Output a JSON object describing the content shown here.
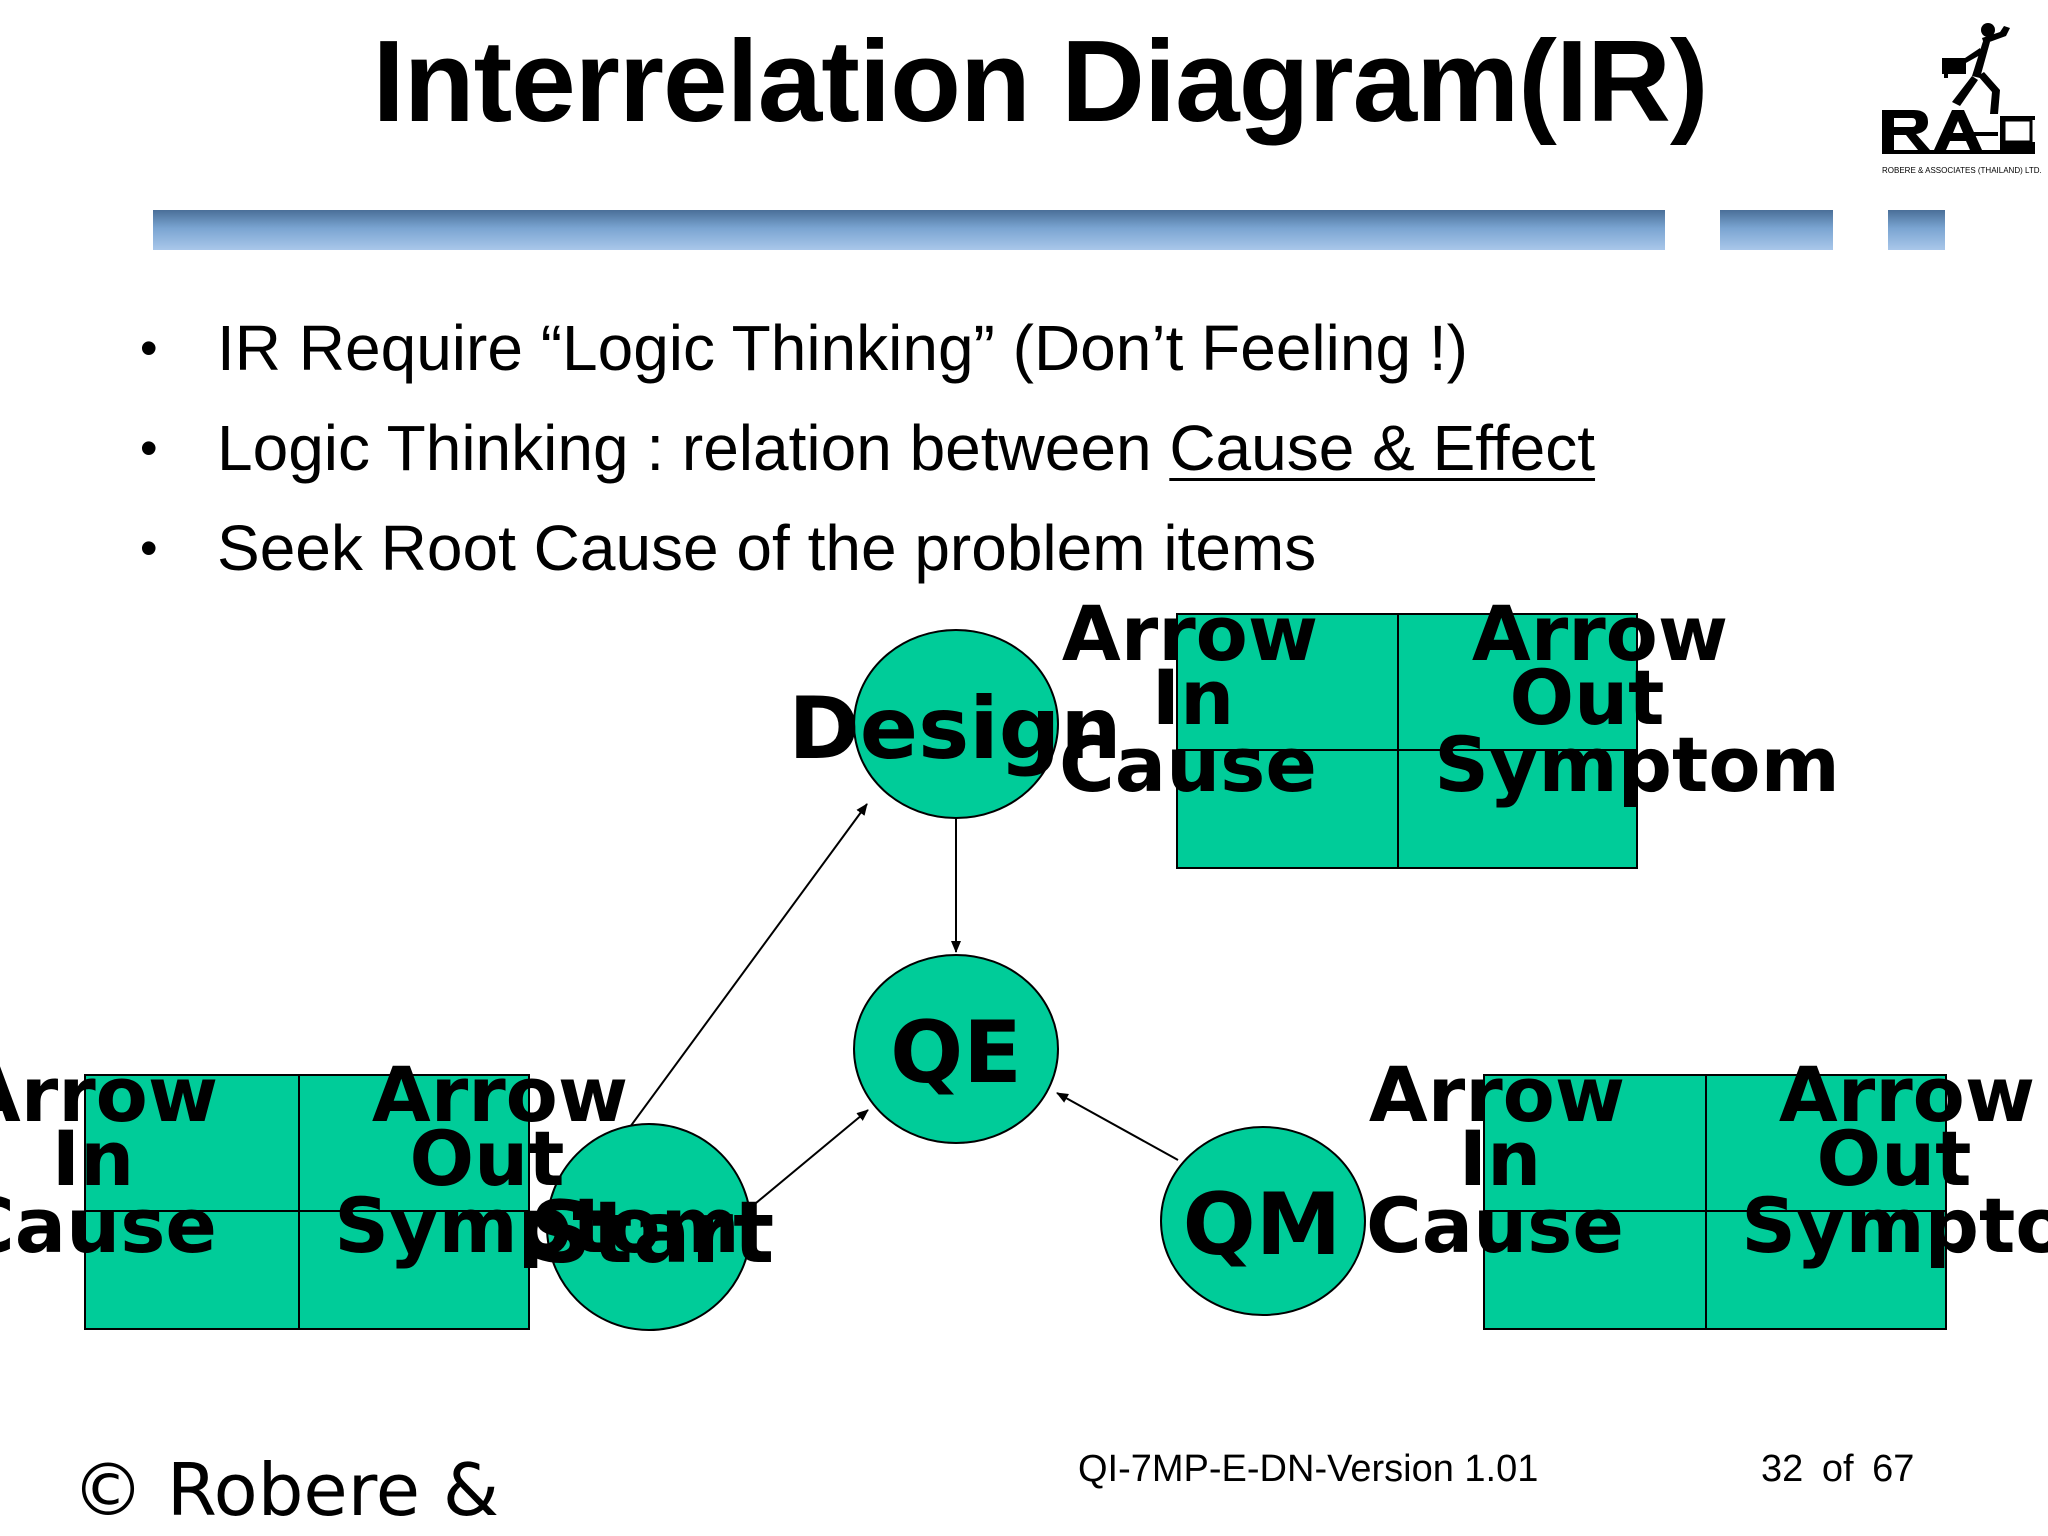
{
  "slide": {
    "title": "Interrelation Diagram(IR)",
    "logo": {
      "caption": "ROBERE & ASSOCIATES (THAILAND) LTD."
    },
    "bullets": [
      {
        "text": "IR Require “Logic Thinking” (Don’t Feeling !)"
      },
      {
        "prefix": "Logic Thinking : relation between ",
        "underlined": "Cause & Effect"
      },
      {
        "text": "Seek Root Cause of the problem items"
      }
    ]
  },
  "diagram": {
    "nodes": [
      {
        "id": "design",
        "label": "Design"
      },
      {
        "id": "qe",
        "label": "QE"
      },
      {
        "id": "start",
        "label": "Start"
      },
      {
        "id": "qm",
        "label": "QM"
      }
    ],
    "edges": [
      {
        "from": "start",
        "to": "design"
      },
      {
        "from": "design",
        "to": "qe"
      },
      {
        "from": "start",
        "to": "qe"
      },
      {
        "from": "qm",
        "to": "qe"
      }
    ],
    "legend_labels": {
      "arrow_in": [
        "Arrow",
        "In",
        "Cause"
      ],
      "arrow_out": [
        "Arrow",
        "Out",
        "Symptom"
      ]
    },
    "colors": {
      "fill": "#00cc99",
      "stroke": "#000000"
    }
  },
  "footer": {
    "copyright": "© Robere &",
    "version": "QI-7MP-E-DN-Version 1.01",
    "page": "32  of  67"
  }
}
